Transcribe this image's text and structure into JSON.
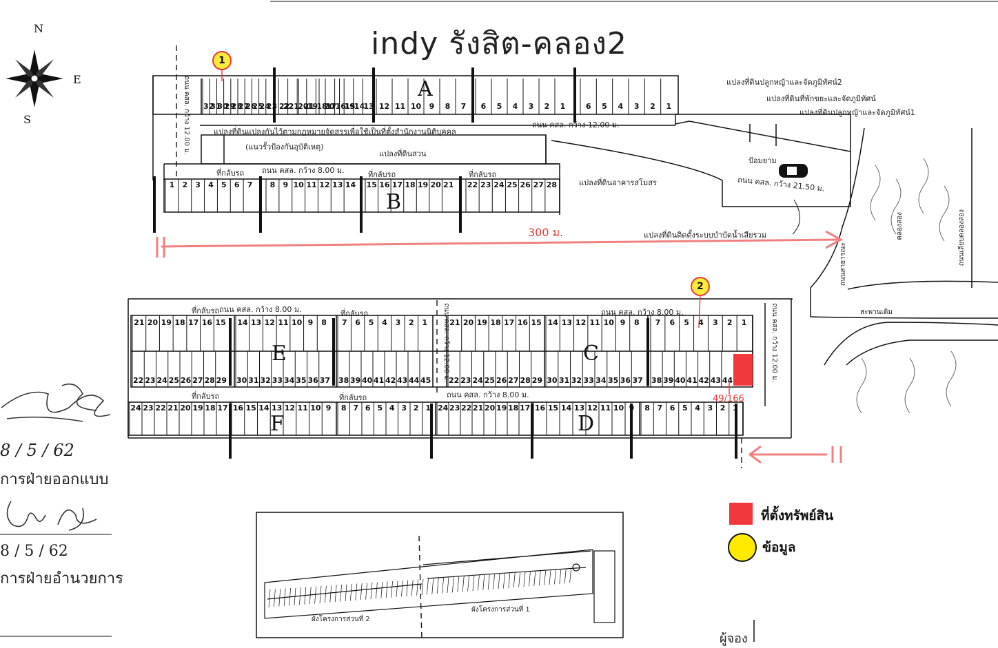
{
  "title": "indy รังสิต-คลอง2",
  "compass": {
    "n": "N",
    "e": "E",
    "s": "S"
  },
  "markers": [
    {
      "label": "1"
    },
    {
      "label": "2"
    }
  ],
  "blocks": {
    "a": "A",
    "b": "B",
    "c": "C",
    "d": "D",
    "e": "E",
    "f": "F"
  },
  "labels": {
    "road_top": "ถนน คสล. กว้าง 12.00 ม.",
    "road_left_vertical": "ถนน คสล. กว้าง 12.00 ม.",
    "plot_gov": "แปลงที่ดินแปลงกันไว้ตามกฎหมายจัดสรรเพื่อใช้เป็นที่ตั้งสำนักงานนิติบุคคล",
    "plot_public_util": "(แนวรั้วป้องกันอุบัติเหตุ)",
    "plot_garden": "แปลงที่ดินสวน",
    "road_8m_ab": "ถนน คสล. กว้าง 8.00 ม.",
    "turnaround": "ที่กลับรถ",
    "plot_clubhouse": "แปลงที่ดินอาคารสโมสร",
    "guard": "ป้อมยาม",
    "road_main": "ถนน คสล. กว้าง 21.50 ม.",
    "plot_grass2": "แปลงที่ดินปลูกหญ้าและจัดภูมิทัศน์2",
    "plot_rest": "แปลงที่ดินที่พักขยะและจัดภูมิทัศน์",
    "plot_grass1": "แปลงที่ดินปลูกหญ้าและจัดภูมิทัศน์1",
    "plot_wastewater": "แปลงที่ดินติดตั้งระบบบำบัดน้ำเสียรวม",
    "canal": "คลองสอง",
    "canal_road": "ถนนเลียบคลองสอง",
    "road_canal_side": "ถนนสาธารณะ",
    "old_bridge": "สะพานเดิม",
    "road_8m_top": "ถนน คสล. กว้าง 8.00 ม.",
    "road_8m_mid": "ถนน คสล. กว้าง 8.00 ม.",
    "road_right_vertical": "ถนน คสล. กว้าง 12.00 ม.",
    "road_mid_vertical": "ถนน คสล. กว้าง 12.00 ม.",
    "phase2": "ผังโครงการส่วนที่ 2",
    "phase1": "ผังโครงการส่วนที่ 1"
  },
  "distance": {
    "value": "300 ม."
  },
  "property": {
    "plot": "49/166"
  },
  "legend": {
    "property_label": "ที่ตั้งทรัพย์สิน",
    "info_label": "ข้อมูล",
    "property_color": "#f0383d",
    "info_color": "#ffea00"
  },
  "signatures": {
    "date1": "8 / 5 / 62",
    "role1": "การฝ่ายออกแบบ",
    "date2": "8 / 5 / 62",
    "role2": "การฝ่ายอำนวยการ",
    "owner": "ผู้จอง"
  },
  "lots": {
    "a": [
      "32",
      "31",
      "30",
      "29",
      "28",
      "27",
      "26",
      "25",
      "24",
      "23",
      "22",
      "21",
      "20",
      "19",
      "18",
      "17",
      "16",
      "15",
      "14",
      "13",
      "12",
      "11",
      "10",
      "9",
      "8",
      "7",
      "6",
      "5",
      "4",
      "3",
      "2",
      "1"
    ],
    "b": [
      "1",
      "2",
      "3",
      "4",
      "5",
      "6",
      "7",
      "8",
      "9",
      "10",
      "11",
      "12",
      "13",
      "14",
      "15",
      "16",
      "17",
      "18",
      "19",
      "20",
      "21",
      "22",
      "23",
      "24",
      "25",
      "26",
      "27",
      "28"
    ],
    "e_top": [
      "21",
      "20",
      "19",
      "18",
      "17",
      "16",
      "15",
      "14",
      "13",
      "12",
      "11",
      "10",
      "9",
      "8",
      "7",
      "6",
      "5",
      "4",
      "3",
      "2",
      "1"
    ],
    "e_bot": [
      "22",
      "23",
      "24",
      "25",
      "26",
      "27",
      "28",
      "29",
      "30",
      "31",
      "32",
      "33",
      "34",
      "35",
      "36",
      "37",
      "38",
      "39",
      "40",
      "41",
      "42",
      "43",
      "44",
      "45"
    ],
    "c_top": [
      "21",
      "20",
      "19",
      "18",
      "17",
      "16",
      "15",
      "14",
      "13",
      "12",
      "11",
      "10",
      "9",
      "8",
      "7",
      "6",
      "5",
      "4",
      "3",
      "2",
      "1"
    ],
    "c_bot": [
      "22",
      "23",
      "24",
      "25",
      "26",
      "27",
      "28",
      "29",
      "30",
      "31",
      "32",
      "33",
      "34",
      "35",
      "36",
      "37",
      "38",
      "39",
      "40",
      "41",
      "42",
      "43",
      "44"
    ],
    "f": [
      "24",
      "23",
      "22",
      "21",
      "20",
      "19",
      "18",
      "17",
      "16",
      "15",
      "14",
      "13",
      "12",
      "11",
      "10",
      "9",
      "8",
      "7",
      "6",
      "5",
      "4",
      "3",
      "2",
      "1"
    ],
    "d": [
      "24",
      "23",
      "22",
      "21",
      "20",
      "19",
      "18",
      "17",
      "16",
      "15",
      "14",
      "13",
      "12",
      "11",
      "10",
      "9",
      "8",
      "7",
      "6",
      "5",
      "4",
      "3",
      "2",
      "1"
    ]
  }
}
